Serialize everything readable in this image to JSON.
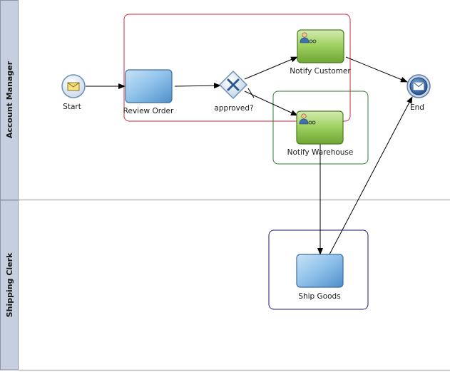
{
  "diagram": {
    "lanes": [
      {
        "id": "account-manager",
        "label": "Account Manager"
      },
      {
        "id": "shipping-clerk",
        "label": "Shipping Clerk"
      }
    ],
    "nodes": {
      "start": {
        "label": "Start",
        "kind": "message-start-event"
      },
      "review_order": {
        "label": "Review Order",
        "kind": "task"
      },
      "approved": {
        "label": "approved?",
        "kind": "exclusive-gateway"
      },
      "notify_customer": {
        "label": "Notify Customer",
        "kind": "user-task"
      },
      "notify_warehouse": {
        "label": "Notify Warehouse",
        "kind": "user-task"
      },
      "end": {
        "label": "End",
        "kind": "message-end-event"
      },
      "ship_goods": {
        "label": "Ship Goods",
        "kind": "task"
      }
    },
    "groups": [
      {
        "id": "group-red",
        "color": "#cc2b3a"
      },
      {
        "id": "group-green",
        "color": "#2f7d33"
      },
      {
        "id": "group-navy",
        "color": "#1a1a7a"
      }
    ],
    "flows": [
      {
        "from": "start",
        "to": "review_order"
      },
      {
        "from": "review_order",
        "to": "approved"
      },
      {
        "from": "approved",
        "to": "notify_customer"
      },
      {
        "from": "approved",
        "to": "notify_warehouse",
        "marker": "default"
      },
      {
        "from": "notify_customer",
        "to": "end"
      },
      {
        "from": "notify_warehouse",
        "to": "ship_goods"
      },
      {
        "from": "ship_goods",
        "to": "end"
      }
    ],
    "colors": {
      "lane_header": "#c7cee0",
      "task_blue": "#7fb6e6",
      "user_task_green": "#8dc44f",
      "event_blue": "#3a6fb0"
    }
  }
}
